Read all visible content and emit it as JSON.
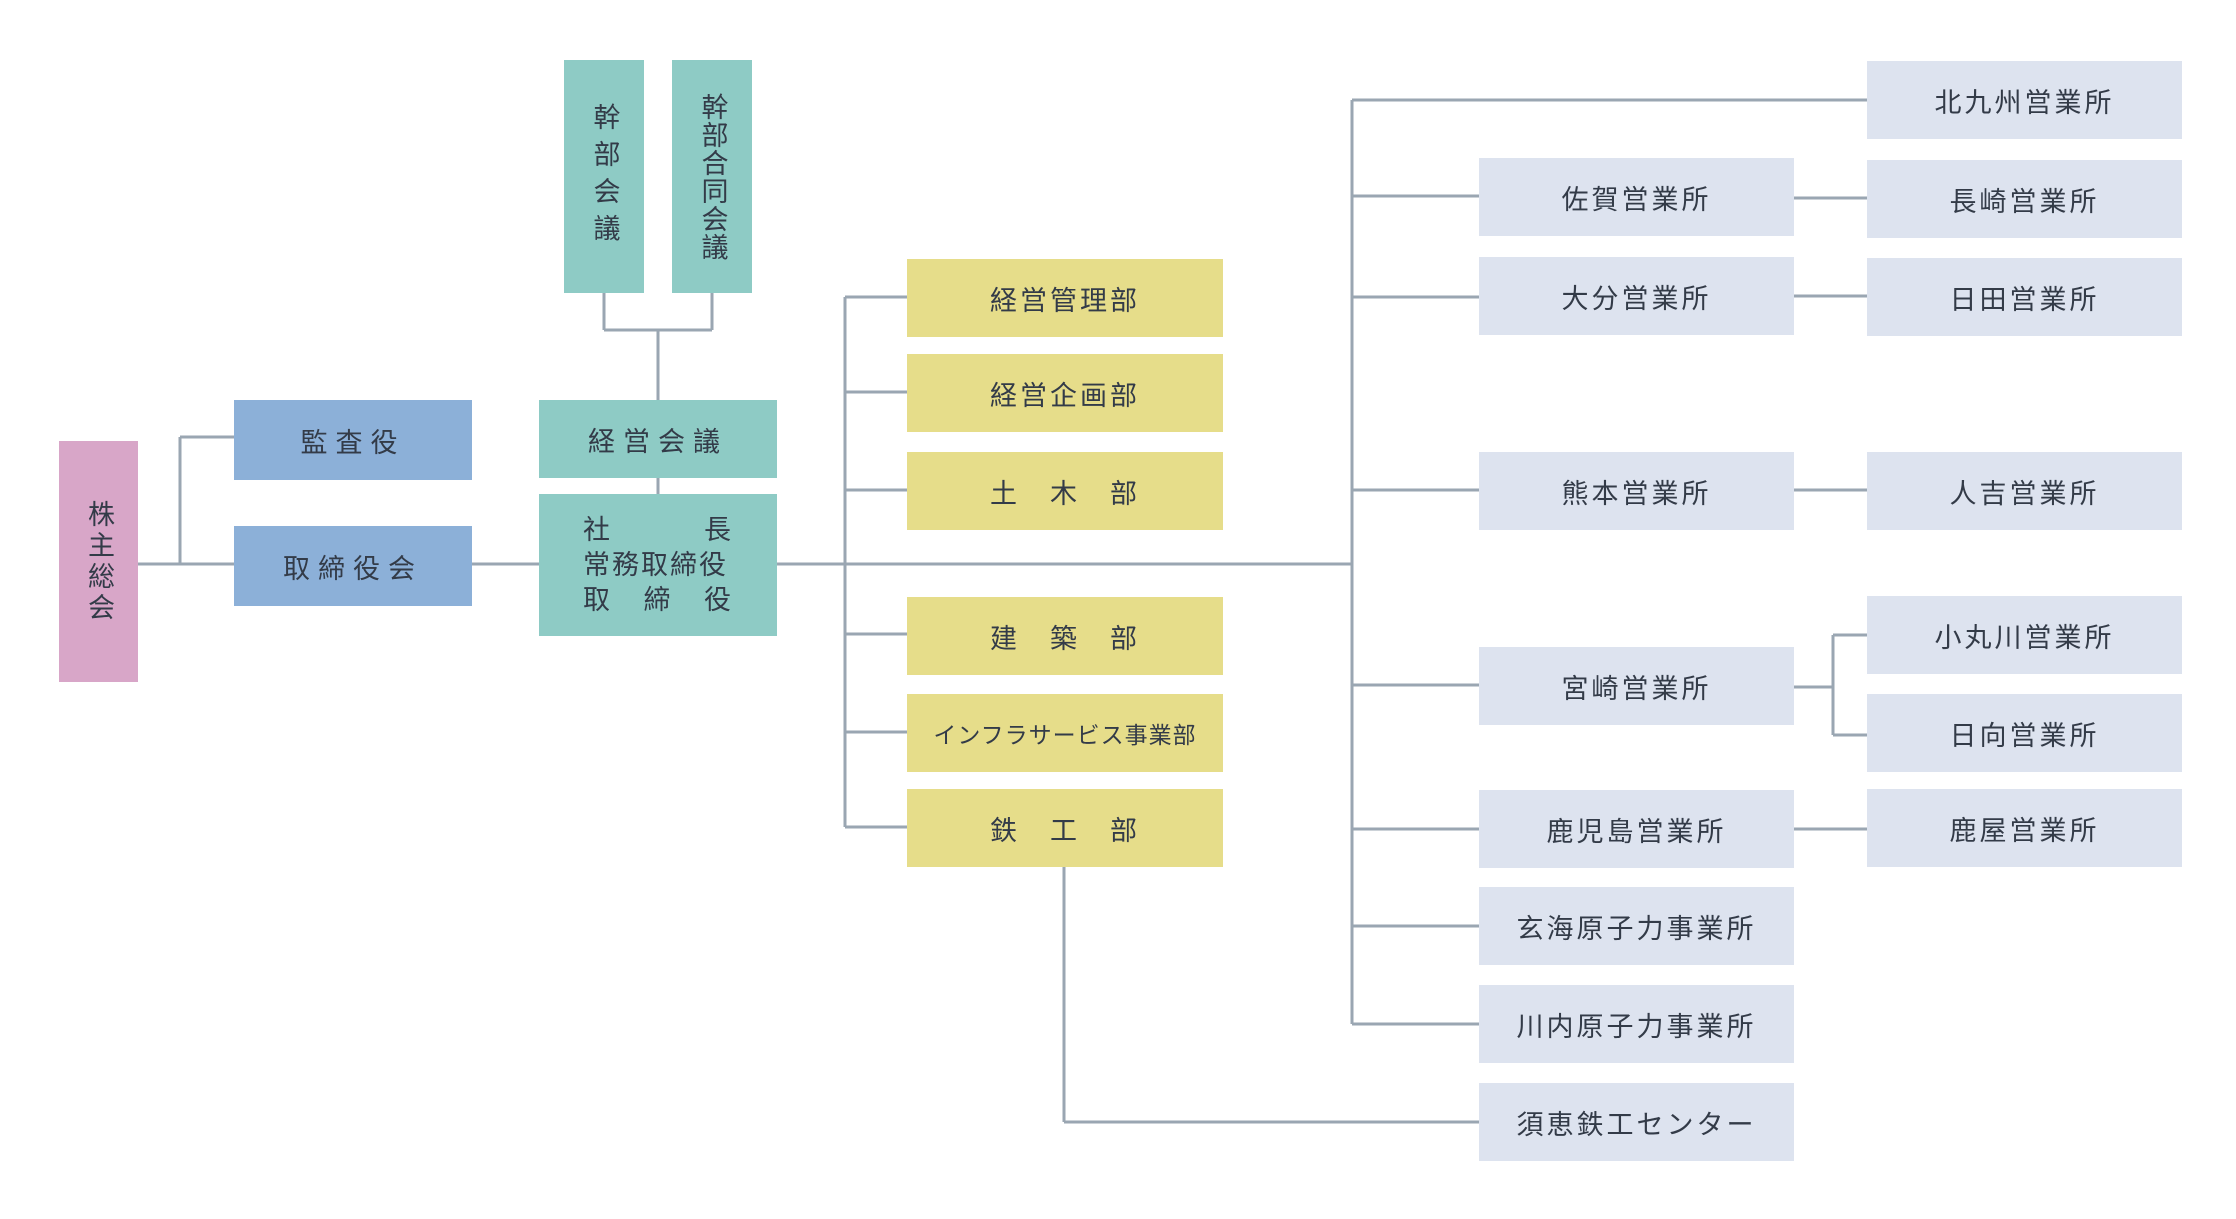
{
  "shareholders": "株主総会",
  "auditor": "監査役",
  "board": "取締役会",
  "exec_meeting": "幹部会議",
  "exec_joint_meeting": "幹部合同会議",
  "management_meeting": "経営会議",
  "executives": {
    "president": [
      "社",
      "長"
    ],
    "managing": "常務取締役",
    "director": [
      "取",
      "締",
      "役"
    ]
  },
  "departments": {
    "admin": "経営管理部",
    "planning": "経営企画部",
    "civil": "土　木　部",
    "building": "建　築　部",
    "infra": "インフラサービス事業部",
    "steel": "鉄　工　部"
  },
  "offices": {
    "kitakyushu": "北九州営業所",
    "saga": "佐賀営業所",
    "nagasaki": "長崎営業所",
    "oita": "大分営業所",
    "hita": "日田営業所",
    "kumamoto": "熊本営業所",
    "hitoyoshi": "人吉営業所",
    "miyazaki": "宮崎営業所",
    "kobaru": "小丸川営業所",
    "hyuga": "日向営業所",
    "kagoshima": "鹿児島営業所",
    "kanoya": "鹿屋営業所",
    "genkai": "玄海原子力事業所",
    "sendai": "川内原子力事業所",
    "sue": "須恵鉄工センター"
  },
  "colors": {
    "line": "#9aa6b2",
    "text": "#333b48",
    "pink": "#d8a6c8",
    "blue": "#8cb0d8",
    "teal": "#8ecbc5",
    "yellow": "#e6dd8a",
    "light": "#dde3ef"
  }
}
